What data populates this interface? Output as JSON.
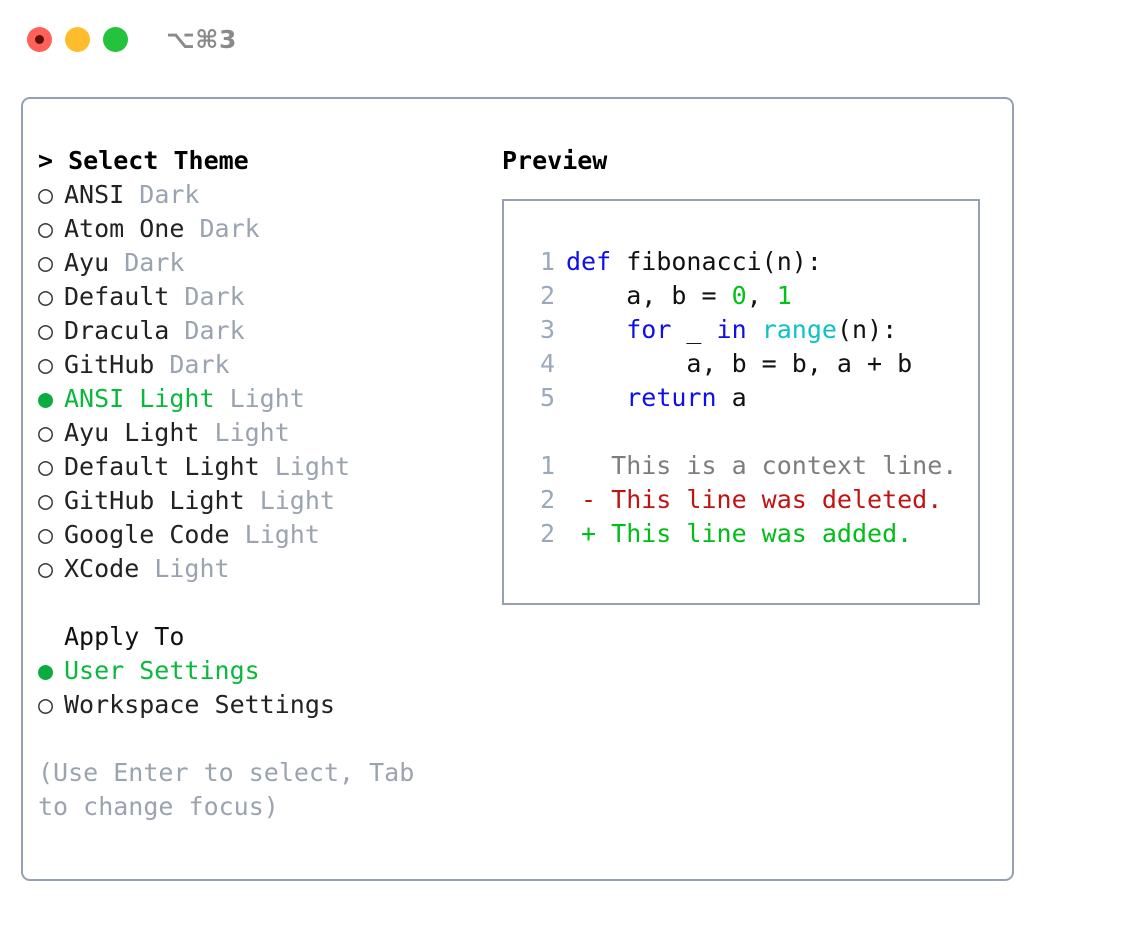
{
  "window": {
    "shortcut": "⌥⌘3",
    "traffic_lights": [
      {
        "name": "close",
        "color": "#ff6159"
      },
      {
        "name": "minimize",
        "color": "#ffbd2e"
      },
      {
        "name": "maximize",
        "color": "#25c23d"
      }
    ]
  },
  "theme_panel": {
    "heading": "> Select Theme",
    "cursor_glyph": ">",
    "bullet_selected": "●",
    "bullet_unselected": "○",
    "items": [
      {
        "name": "ANSI",
        "kind": "Dark",
        "selected": false
      },
      {
        "name": "Atom One",
        "kind": "Dark",
        "selected": false
      },
      {
        "name": "Ayu",
        "kind": "Dark",
        "selected": false
      },
      {
        "name": "Default",
        "kind": "Dark",
        "selected": false
      },
      {
        "name": "Dracula",
        "kind": "Dark",
        "selected": false
      },
      {
        "name": "GitHub",
        "kind": "Dark",
        "selected": false
      },
      {
        "name": "ANSI Light",
        "kind": "Light",
        "selected": true
      },
      {
        "name": "Ayu Light",
        "kind": "Light",
        "selected": false
      },
      {
        "name": "Default Light",
        "kind": "Light",
        "selected": false
      },
      {
        "name": "GitHub Light",
        "kind": "Light",
        "selected": false
      },
      {
        "name": "Google Code",
        "kind": "Light",
        "selected": false
      },
      {
        "name": "XCode",
        "kind": "Light",
        "selected": false
      }
    ]
  },
  "apply_to": {
    "heading": "Apply To",
    "items": [
      {
        "name": "User Settings",
        "selected": true
      },
      {
        "name": "Workspace Settings",
        "selected": false
      }
    ]
  },
  "hint": "(Use Enter to select, Tab to change focus)",
  "preview": {
    "heading": "Preview",
    "code_lines": [
      {
        "num": "1",
        "tokens": [
          {
            "t": "def ",
            "c": "kw"
          },
          {
            "t": "fibonacci(n):",
            "c": "pl"
          }
        ]
      },
      {
        "num": "2",
        "tokens": [
          {
            "t": "    a, b = ",
            "c": "pl"
          },
          {
            "t": "0",
            "c": "num"
          },
          {
            "t": ", ",
            "c": "pl"
          },
          {
            "t": "1",
            "c": "num"
          }
        ]
      },
      {
        "num": "3",
        "tokens": [
          {
            "t": "    ",
            "c": "pl"
          },
          {
            "t": "for",
            "c": "kw"
          },
          {
            "t": " _ ",
            "c": "pl"
          },
          {
            "t": "in",
            "c": "kw"
          },
          {
            "t": " ",
            "c": "pl"
          },
          {
            "t": "range",
            "c": "bi"
          },
          {
            "t": "(n):",
            "c": "pl"
          }
        ]
      },
      {
        "num": "4",
        "tokens": [
          {
            "t": "        a, b = b, a + b",
            "c": "pl"
          }
        ]
      },
      {
        "num": "5",
        "tokens": [
          {
            "t": "    ",
            "c": "pl"
          },
          {
            "t": "return",
            "c": "kw"
          },
          {
            "t": " a",
            "c": "pl"
          }
        ]
      }
    ],
    "diff_lines": [
      {
        "num": "1",
        "marker": " ",
        "text": "This is a context line.",
        "kind": "ctx"
      },
      {
        "num": "2",
        "marker": "-",
        "text": "This line was deleted.",
        "kind": "del"
      },
      {
        "num": "2",
        "marker": "+",
        "text": "This line was added.",
        "kind": "add"
      }
    ]
  },
  "colors": {
    "panel_border": "#94a1b2",
    "accent_green": "#0ab83d",
    "muted_text": "#9aa3b0",
    "keyword_blue": "#0f0fe8",
    "number_green": "#00c217",
    "builtin_cyan": "#0dc2c2",
    "diff_delete_red": "#c21313",
    "diff_add_green": "#00bd18",
    "line_number": "#9aa9bb"
  }
}
